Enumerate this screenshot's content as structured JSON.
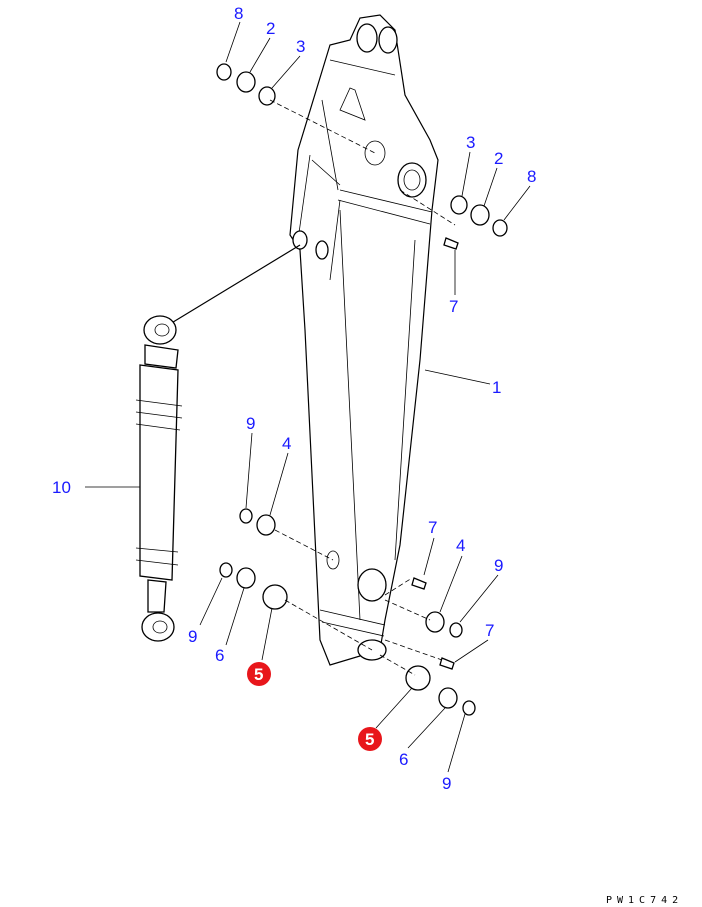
{
  "diagram_code": "PW1C742",
  "callouts": [
    "8",
    "2",
    "3",
    "3",
    "2",
    "8",
    "7",
    "1",
    "10",
    "9",
    "4",
    "7",
    "4",
    "9",
    "9",
    "6",
    "5",
    "7",
    "5",
    "6",
    "9"
  ],
  "highlight_color": "#e8161b",
  "label_color": "#1a1aff"
}
